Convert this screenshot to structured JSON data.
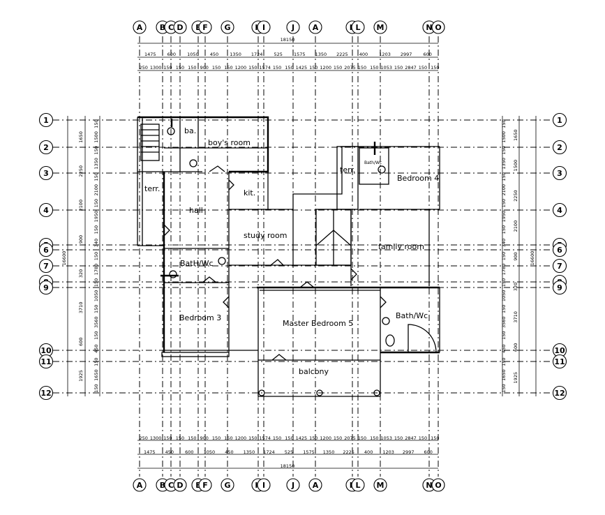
{
  "column_axes": {
    "labels": [
      "A",
      "B",
      "C",
      "D",
      "E",
      "F",
      "G",
      "H",
      "I",
      "J",
      "A",
      "K",
      "L",
      "M",
      "N",
      "O"
    ]
  },
  "row_axes": {
    "labels": [
      "1",
      "2",
      "3",
      "4",
      "5",
      "6",
      "7",
      "8",
      "9",
      "10",
      "11",
      "12"
    ]
  },
  "rooms": [
    {
      "id": "ba",
      "label": "ba."
    },
    {
      "id": "boys-room",
      "label": "boy's room"
    },
    {
      "id": "terr-left",
      "label": "terr."
    },
    {
      "id": "kit",
      "label": "kit."
    },
    {
      "id": "hall",
      "label": "hall"
    },
    {
      "id": "study-room",
      "label": "study room"
    },
    {
      "id": "bath-wc-left",
      "label": "BatH/Wc"
    },
    {
      "id": "bedroom-3",
      "label": "Bedroom 3"
    },
    {
      "id": "master-bedroom-5",
      "label": "Master Bedroom 5"
    },
    {
      "id": "balcony",
      "label": "balcony"
    },
    {
      "id": "terr-right",
      "label": "terr."
    },
    {
      "id": "bath-wc-small",
      "label": "Bath/Wc"
    },
    {
      "id": "bedroom-4",
      "label": "Bedroom 4"
    },
    {
      "id": "family-room",
      "label": "family room"
    },
    {
      "id": "bath-wc-right",
      "label": "Bath/Wc"
    }
  ],
  "dimensions": {
    "top_total": "18150",
    "top_row1": [
      "1475",
      "600",
      "1050",
      "450",
      "1350",
      "1724",
      "525",
      "1575",
      "1350",
      "2225",
      "400",
      "1203",
      "2997",
      "600"
    ],
    "top_row2": [
      "250",
      "1300",
      "150",
      "150",
      "150",
      "900",
      "150",
      "150",
      "1200",
      "150",
      "1574",
      "150",
      "150",
      "1425",
      "150",
      "1200",
      "150",
      "2075",
      "150",
      "150",
      "1053",
      "150",
      "2847",
      "150",
      "150"
    ],
    "bottom_total": "18150",
    "bottom_row1": [
      "1475",
      "450",
      "600",
      "1050",
      "450",
      "1350",
      "1724",
      "525",
      "1575",
      "1350",
      "2225",
      "400",
      "1203",
      "2997",
      "600"
    ],
    "bottom_row2": [
      "250",
      "1300",
      "150",
      "150",
      "150",
      "900",
      "150",
      "150",
      "1200",
      "150",
      "1574",
      "150",
      "150",
      "1425",
      "150",
      "1200",
      "150",
      "2075",
      "150",
      "150",
      "1053",
      "150",
      "2847",
      "150",
      "150"
    ],
    "left_total": "16600",
    "left_outer": [
      "1650",
      "2250",
      "2100",
      "900",
      "320",
      "3710",
      "600",
      "1925"
    ],
    "left_inner": [
      "150",
      "1500",
      "150",
      "1350",
      "150",
      "2100",
      "150",
      "1950",
      "150",
      "340",
      "150",
      "1780",
      "150",
      "1050",
      "150",
      "3560",
      "150",
      "450",
      "150",
      "1650",
      "150"
    ],
    "right_total": "16600",
    "right_outer": [
      "1650",
      "1500",
      "2250",
      "2100",
      "900",
      "320",
      "3710",
      "600",
      "1925"
    ],
    "right_inner": [
      "150",
      "1500",
      "150",
      "1350",
      "150",
      "2100",
      "150",
      "1950",
      "150",
      "340",
      "150",
      "1780",
      "150",
      "1050",
      "150",
      "3560",
      "150",
      "450",
      "150",
      "1650",
      "150"
    ]
  }
}
